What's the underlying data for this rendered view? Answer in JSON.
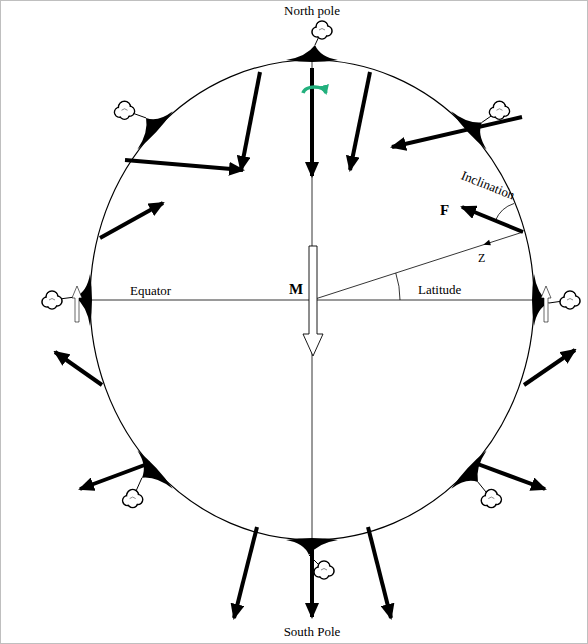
{
  "diagram": {
    "labels": [
      "North pole",
      "Inclination",
      "F",
      "Z",
      "Equator",
      "M",
      "Latitude",
      "South Pole"
    ]
  }
}
